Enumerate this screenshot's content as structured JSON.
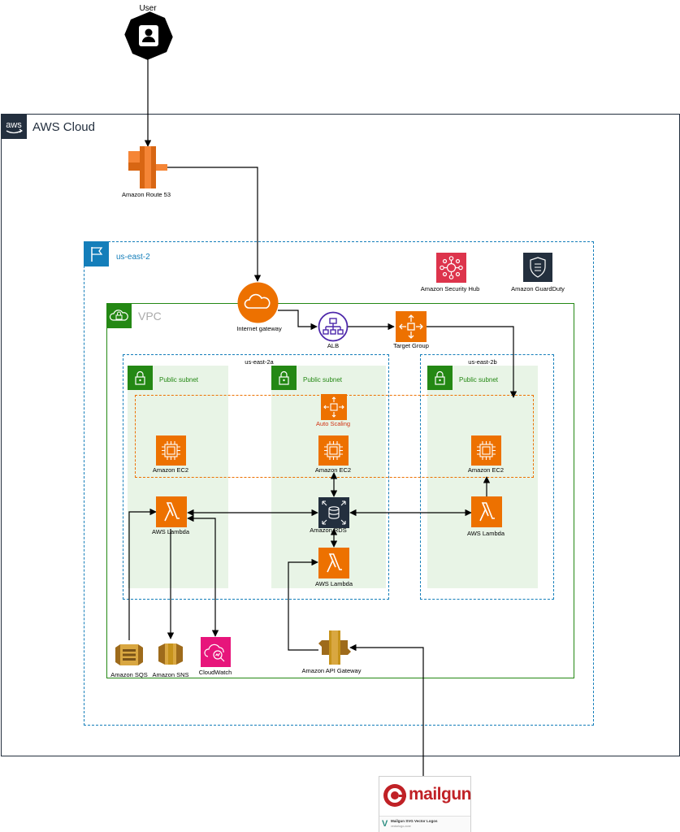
{
  "user": {
    "label": "User"
  },
  "cloud": {
    "label": "AWS Cloud",
    "logo": "aws"
  },
  "route53": {
    "label": "Amazon  Route 53"
  },
  "region": {
    "label": "us-east-2"
  },
  "security_hub": {
    "label": "Amazon Security Hub"
  },
  "guardduty": {
    "label": "Amazon GuardDuty"
  },
  "vpc": {
    "label": "VPC"
  },
  "internet_gateway": {
    "label": "Internet gateway"
  },
  "alb": {
    "label": "ALB"
  },
  "target_group": {
    "label": "Target  Group"
  },
  "az_a": {
    "label": "us-east-2a"
  },
  "az_b": {
    "label": "us-east-2b"
  },
  "subnets": {
    "label": "Public subnet"
  },
  "auto_scaling": {
    "label": "Auto Scaling"
  },
  "ec2": {
    "label": "Amazon EC2"
  },
  "lambda": {
    "label": "AWS Lambda"
  },
  "rds": {
    "label": "Amazon RDS"
  },
  "sqs": {
    "label": "Amazon SQS"
  },
  "sns": {
    "label": "Amazon SNS"
  },
  "cloudwatch": {
    "label": "CloudWatch"
  },
  "api_gateway": {
    "label": "Amazon  API Gateway"
  },
  "mailgun": {
    "wordmark": "mailgun",
    "caption": "Mailgun SVG Vector Logos",
    "caption_small": "vectorlogo.zone"
  },
  "colors": {
    "compute_orange": "#ED7100",
    "network_purple": "#8C4FFF",
    "security_red": "#DD344C",
    "db_navy": "#232F3E",
    "integration_pink": "#E7157B",
    "sqs_gold": "#C7931B",
    "vpc_green": "#248814",
    "region_blue": "#147EBA",
    "subnet_fill": "#E8F4E6",
    "mailgun_red": "#C02126"
  }
}
